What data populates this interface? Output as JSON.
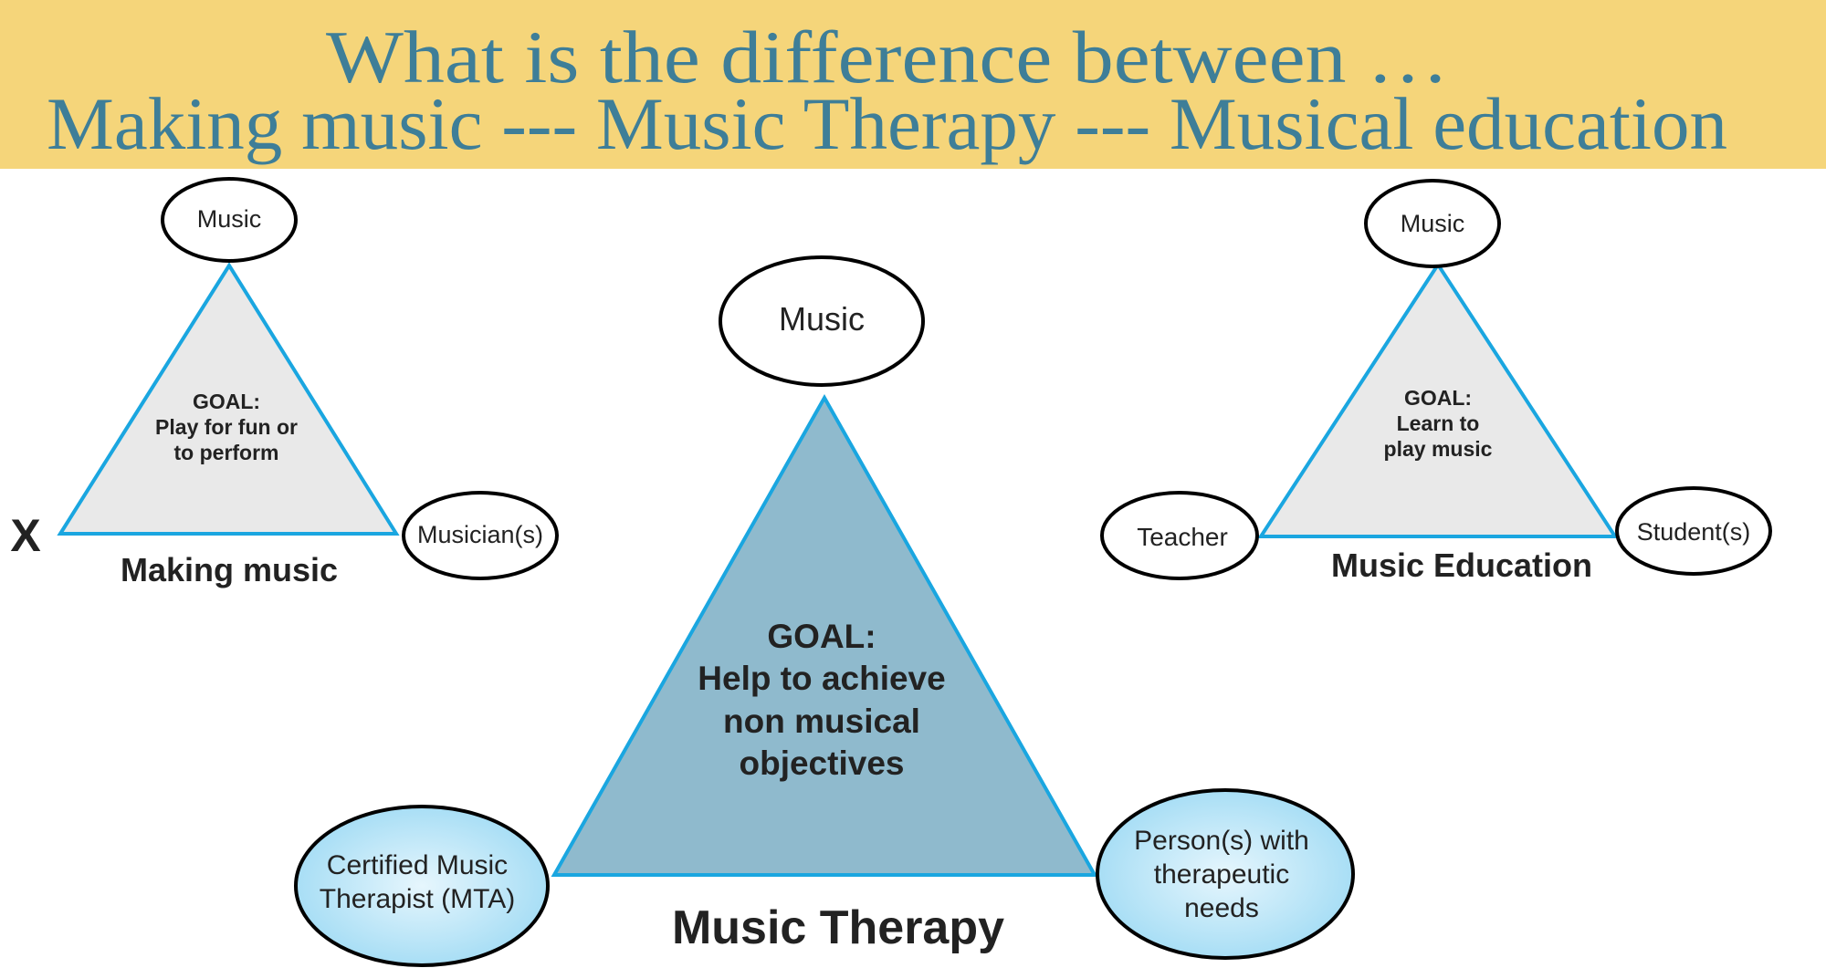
{
  "header": {
    "title_line1": "What is the difference between …",
    "title_line2": "Making music ---  Music Therapy  ---   Musical education"
  },
  "making_music": {
    "marker": "X",
    "top": "Music",
    "right": "Musician(s)",
    "goal": [
      "GOAL:",
      "Play for fun or",
      "to perform"
    ],
    "caption": "Making music"
  },
  "music_therapy": {
    "top": "Music",
    "left": [
      "Certified Music",
      "Therapist (MTA)"
    ],
    "right": [
      "Person(s) with",
      "therapeutic",
      "needs"
    ],
    "goal": [
      "GOAL:",
      "Help to achieve",
      "non musical",
      "objectives"
    ],
    "caption": "Music Therapy"
  },
  "music_education": {
    "top": "Music",
    "left": "Teacher",
    "right": "Student(s)",
    "goal": [
      "GOAL:",
      "Learn to",
      "play music"
    ],
    "caption": "Music Education"
  },
  "colors": {
    "banner": "#f5d57a",
    "title": "#3e7e98",
    "triangle_stroke": "#1aa6e0",
    "small_triangle_fill": "#e9e9e9",
    "therapy_triangle_fill": "#8fbacd"
  }
}
